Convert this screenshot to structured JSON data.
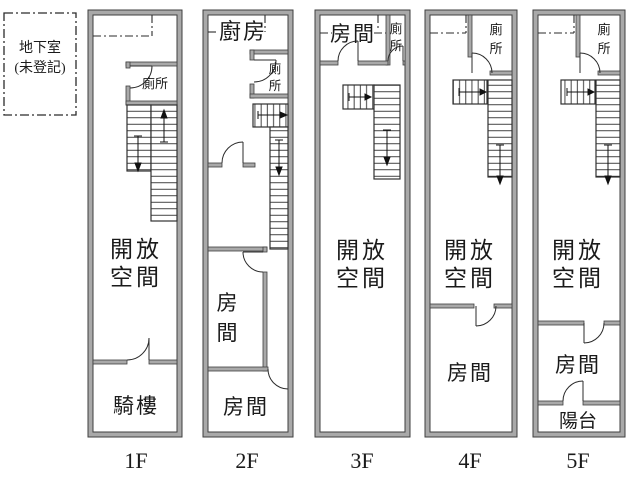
{
  "basement": {
    "line1": "地下室",
    "line2": "(未登記)"
  },
  "floors": [
    {
      "label": "1F",
      "toilet": "廁所",
      "open_1": "開放",
      "open_2": "空間",
      "arcade": "騎樓"
    },
    {
      "label": "2F",
      "kitchen": "廚房",
      "toilet_1": "廁",
      "toilet_2": "所",
      "room_upper_1": "房",
      "room_upper_2": "間",
      "room_lower": "房間"
    },
    {
      "label": "3F",
      "room_top": "房間",
      "toilet_1": "廁",
      "toilet_2": "所",
      "open_1": "開放",
      "open_2": "空間"
    },
    {
      "label": "4F",
      "toilet_1": "廁",
      "toilet_2": "所",
      "open_1": "開放",
      "open_2": "空間",
      "room": "房間"
    },
    {
      "label": "5F",
      "toilet_1": "廁",
      "toilet_2": "所",
      "open_1": "開放",
      "open_2": "空間",
      "room": "房間",
      "balcony": "陽台"
    }
  ],
  "colors": {
    "background": "#ffffff",
    "wall_fill": "#a9a9a9",
    "wall_edge": "#3f3f3f",
    "line": "#2b2b2b",
    "text": "#1a1a1a"
  }
}
